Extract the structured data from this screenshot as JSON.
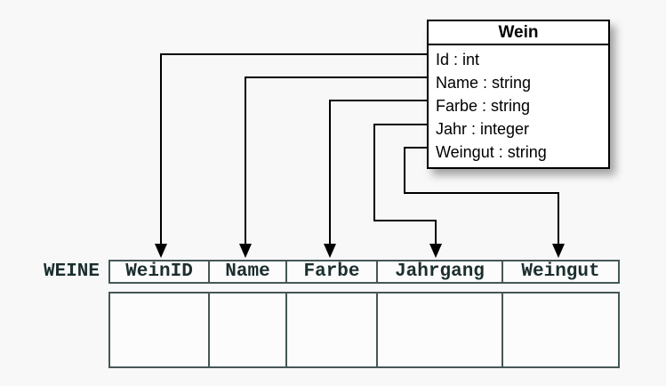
{
  "class_box": {
    "title": "Wein",
    "attributes": [
      "Id : int",
      "Name : string",
      "Farbe : string",
      "Jahr : integer",
      "Weingut : string"
    ]
  },
  "table": {
    "label": "WEINE",
    "columns": [
      "WeinID",
      "Name",
      "Farbe",
      "Jahrgang",
      "Weingut"
    ],
    "body_rows": [
      [
        "",
        "",
        "",
        "",
        ""
      ]
    ]
  },
  "mappings": [
    {
      "from": "Id",
      "to": "WeinID"
    },
    {
      "from": "Name",
      "to": "Name"
    },
    {
      "from": "Farbe",
      "to": "Farbe"
    },
    {
      "from": "Jahr",
      "to": "Jahrgang"
    },
    {
      "from": "Weingut",
      "to": "Weingut"
    }
  ],
  "colors": {
    "background": "#f8f8f8",
    "connector": "#000000",
    "classbox_border": "#000000",
    "classbox_bg": "#ffffff",
    "table_border": "#465757",
    "table_text": "#1c2e2e"
  }
}
